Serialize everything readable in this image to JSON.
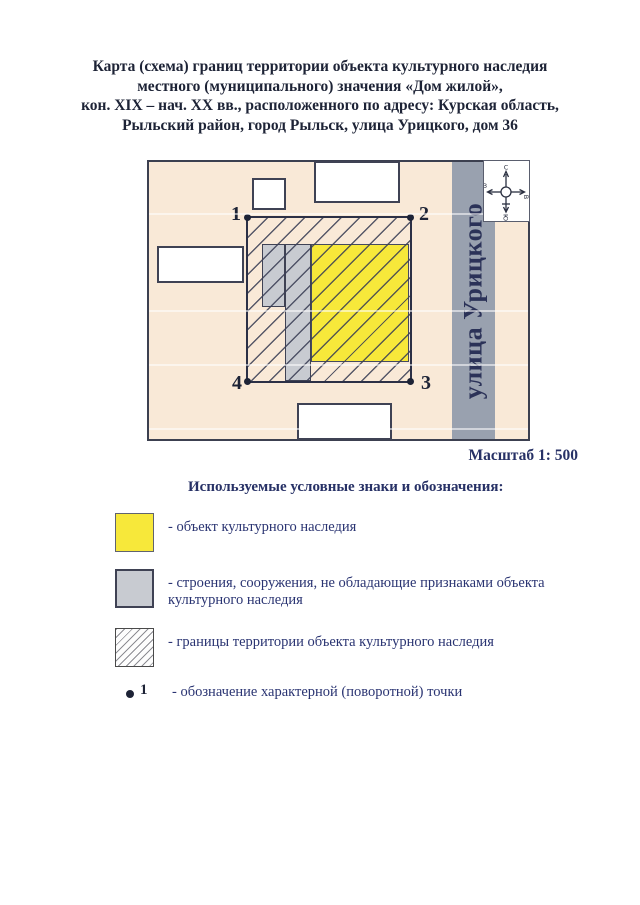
{
  "title": {
    "lines": [
      "Карта (схема) границ территории объекта культурного наследия",
      "местного (муниципального) значения «Дом жилой»,",
      "кон. XIX – нач. XX вв., расположенного по адресу: Курская область,",
      "Рыльский район, город Рыльск, улица Урицкого, дом 36"
    ]
  },
  "map": {
    "street_label": "улица Урицкого",
    "scale_label": "Масштаб 1: 500",
    "compass": {
      "north": "С",
      "south": "Ю",
      "west": "З",
      "east": "В"
    },
    "points": [
      {
        "label": "1",
        "position": "top-left"
      },
      {
        "label": "2",
        "position": "top-right"
      },
      {
        "label": "3",
        "position": "bottom-right"
      },
      {
        "label": "4",
        "position": "bottom-left"
      }
    ]
  },
  "legend": {
    "heading": "Используемые условные знаки и обозначения:",
    "items": [
      {
        "swatch": "yellow-fill",
        "label": "-  объект культурного наследия"
      },
      {
        "swatch": "gray-fill",
        "label": "-  строения, сооружения, не обладающие признаками объекта культурного наследия"
      },
      {
        "swatch": "diagonal-hatch",
        "label": "- границы территории объекта культурного наследия"
      },
      {
        "swatch": "point-marker",
        "marker_label": "1",
        "label": "- обозначение характерной (поворотной) точки"
      }
    ]
  },
  "colors": {
    "heritage_yellow": "#f7e83a",
    "structure_gray": "#c8cbd1",
    "map_background": "#f9e9d7",
    "street_band_gray": "#99a1af",
    "ink_navy": "#2a3472",
    "title_ink": "#1d2336",
    "hatch_line": "#3a3e55"
  }
}
